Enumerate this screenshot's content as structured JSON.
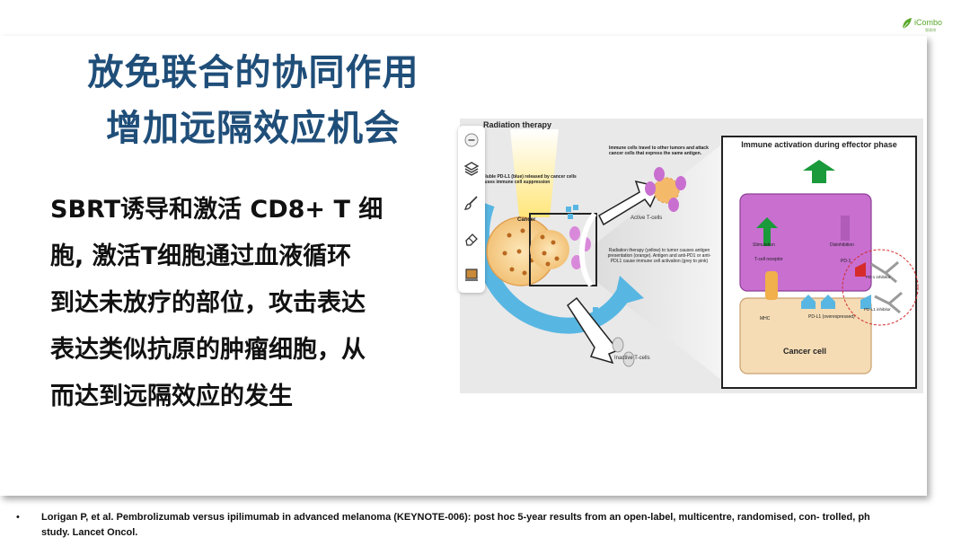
{
  "logo": {
    "name": "iCombo",
    "sub": "爾康博"
  },
  "title": {
    "line1": "放免联合的协同作用",
    "line2": "增加远隔效应机会"
  },
  "body": {
    "lines": [
      "SBRT诱导和激活 CD8+ T 细",
      "胞, 激活T细胞通过血液循环",
      "到达未放疗的部位，攻击表达",
      "表达类似抗原的肿瘤细胞，从",
      "而达到远隔效应的发生"
    ]
  },
  "figure": {
    "radiation_title": "Radiation therapy",
    "soluble_pdl1": "Soluble PD-L1 (blue) released by cancer cells causes immune cell suppression",
    "cancer": "Cancer",
    "immune_travel": "Immune cells travel to other tumors and attack cancer cells that express the same antigen.",
    "active_tcells": "Active T-cells",
    "radiation_desc": "Radiation therapy (yellow) to tumor causes antigen presentation (orange). Antigen and anti-PD1 or anti-PDL1 cause immune cell activation (grey to pink)",
    "inactive_tcells": "Inactive T-cells",
    "immune_title": "Immune activation during effector phase",
    "stimulation": "Stimulation",
    "disinhibition": "Disinhibition",
    "tcell_receptor": "T-cell receptor",
    "pd1": "PD-1",
    "pd1_inhibitor": "PD-1 inhibitor",
    "pdl1_inhibitor": "PD-L1 inhibitor",
    "mhc": "MHC",
    "pdl1_over": "PD-L1 (overexpressed)",
    "cancer_cell": "Cancer cell"
  },
  "toolbar": {
    "icons": [
      "minus-icon",
      "layers-icon",
      "brush-icon",
      "eraser-icon",
      "slide-icon"
    ]
  },
  "footer": {
    "bullet": "•",
    "ref_line1": "Lorigan P,  et al. Pembrolizumab versus ipilimumab in advanced melanoma (KEYNOTE-006): post hoc 5-year results from an open-label, multicentre, randomised, con- trolled, ph",
    "ref_line2": "study. Lancet Oncol."
  },
  "colors": {
    "title": "#1f4e79",
    "logo": "#5aa82c",
    "arrow_blue": "#58b6e2",
    "pink_cell": "#c86fd0",
    "cancer_cell": "#f5dcb5",
    "green_arrow": "#1a9a3a"
  }
}
